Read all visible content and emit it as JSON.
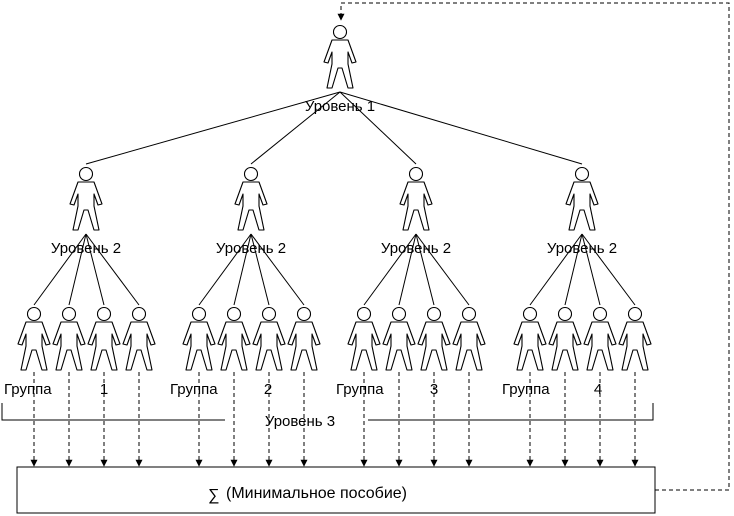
{
  "level1_label": "Уровень 1",
  "level2_label": "Уровень 2",
  "level3_label": "Уровень 3",
  "groups": [
    {
      "word": "Группа",
      "number": "1"
    },
    {
      "word": "Группа",
      "number": "2"
    },
    {
      "word": "Группа",
      "number": "3"
    },
    {
      "word": "Группа",
      "number": "4"
    }
  ],
  "sum_box": {
    "symbol": "∑",
    "text": "(Минимальное пособие)"
  },
  "icons": {
    "person": "person-icon",
    "arrow": "arrow-down-icon"
  }
}
